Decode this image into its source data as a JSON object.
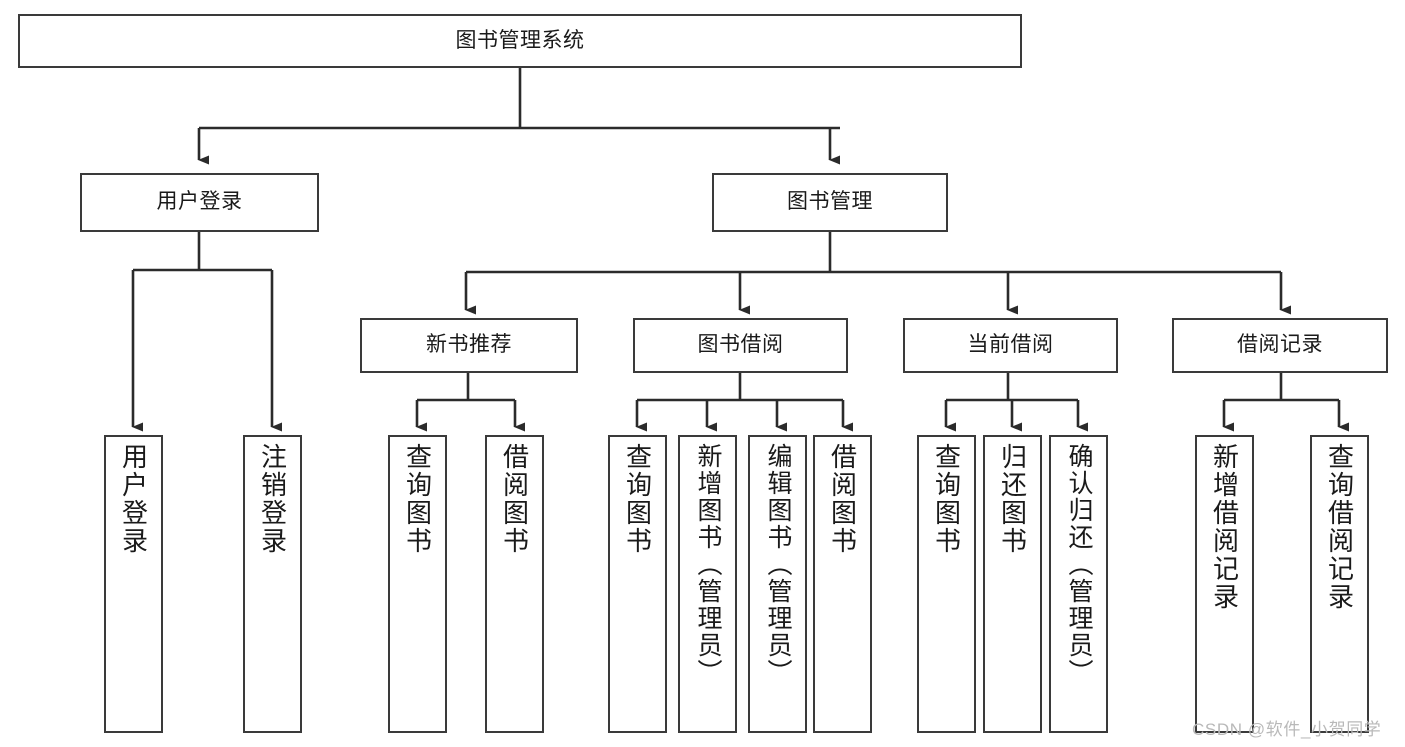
{
  "diagram": {
    "type": "tree-hierarchy",
    "title": "图书管理系统",
    "watermark": "CSDN @软件_小贺同学",
    "theme": {
      "background": "#ffffff",
      "box_border": "#3a3a3a",
      "box_fill": "#ffffff",
      "text": "#1a1a1a",
      "edge": "#2b2b2b",
      "watermark_color": "#b9b9b9"
    },
    "levels": {
      "root": {
        "label": "图书管理系统"
      },
      "level2": [
        {
          "id": "user-login",
          "label": "用户登录"
        },
        {
          "id": "book-management",
          "label": "图书管理"
        }
      ],
      "level3": [
        {
          "id": "new-book-recommend",
          "label": "新书推荐"
        },
        {
          "id": "book-borrow",
          "label": "图书借阅"
        },
        {
          "id": "current-borrow",
          "label": "当前借阅"
        },
        {
          "id": "borrow-record",
          "label": "借阅记录"
        }
      ],
      "leaves": {
        "user-login": [
          {
            "id": "leaf-user-login",
            "label": "用户登录"
          },
          {
            "id": "leaf-user-logout",
            "label": "注销登录"
          }
        ],
        "new-book-recommend": [
          {
            "id": "leaf-query-book-1",
            "label": "查询图书"
          },
          {
            "id": "leaf-borrow-book-1",
            "label": "借阅图书"
          }
        ],
        "book-borrow": [
          {
            "id": "leaf-query-book-2",
            "label": "查询图书"
          },
          {
            "id": "leaf-add-book",
            "label": "新增图书（管理员）"
          },
          {
            "id": "leaf-edit-book",
            "label": "编辑图书（管理员）"
          },
          {
            "id": "leaf-borrow-book-2",
            "label": "借阅图书"
          }
        ],
        "current-borrow": [
          {
            "id": "leaf-query-book-3",
            "label": "查询图书"
          },
          {
            "id": "leaf-return-book",
            "label": "归还图书"
          },
          {
            "id": "leaf-confirm-return",
            "label": "确认归还（管理员）"
          }
        ],
        "borrow-record": [
          {
            "id": "leaf-add-record",
            "label": "新增借阅记录"
          },
          {
            "id": "leaf-query-record",
            "label": "查询借阅记录"
          }
        ]
      }
    }
  }
}
